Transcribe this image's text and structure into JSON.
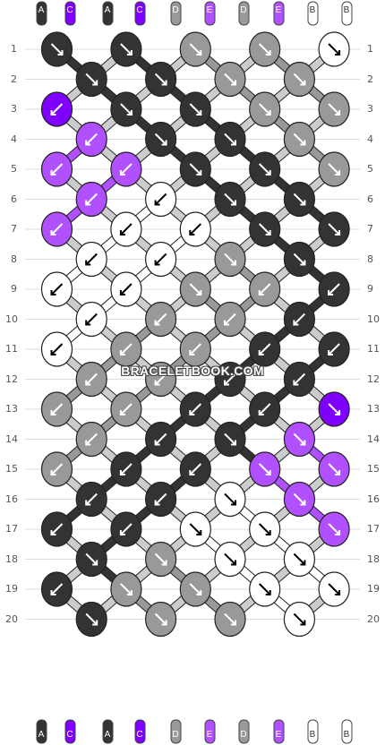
{
  "site": {
    "watermark": "BRACELETBOOK.COM"
  },
  "colors": {
    "A": "#333333",
    "C": "#8000ff",
    "D": "#999999",
    "E": "#b050ff",
    "B": "#ffffff"
  },
  "strands_top": [
    "A",
    "C",
    "A",
    "C",
    "D",
    "E",
    "D",
    "E",
    "B",
    "B"
  ],
  "strands_bottom": [
    "A",
    "C",
    "A",
    "C",
    "D",
    "E",
    "D",
    "E",
    "B",
    "B"
  ],
  "row_numbers": [
    "1",
    "2",
    "3",
    "4",
    "5",
    "6",
    "7",
    "8",
    "9",
    "10",
    "11",
    "12",
    "13",
    "14",
    "15",
    "16",
    "17",
    "18",
    "19",
    "20"
  ],
  "knots": [
    [
      {
        "c": "A",
        "d": "right"
      },
      {
        "c": "A",
        "d": "right"
      },
      {
        "c": "D",
        "d": "right"
      },
      {
        "c": "D",
        "d": "right"
      },
      {
        "c": "B",
        "d": "right"
      }
    ],
    [
      {
        "c": "A",
        "d": "right"
      },
      {
        "c": "A",
        "d": "right"
      },
      {
        "c": "D",
        "d": "right"
      },
      {
        "c": "D",
        "d": "right"
      }
    ],
    [
      {
        "c": "C",
        "d": "left"
      },
      {
        "c": "A",
        "d": "right"
      },
      {
        "c": "A",
        "d": "right"
      },
      {
        "c": "D",
        "d": "right"
      },
      {
        "c": "D",
        "d": "right"
      }
    ],
    [
      {
        "c": "E",
        "d": "left"
      },
      {
        "c": "A",
        "d": "right"
      },
      {
        "c": "A",
        "d": "right"
      },
      {
        "c": "D",
        "d": "right"
      }
    ],
    [
      {
        "c": "E",
        "d": "left"
      },
      {
        "c": "E",
        "d": "left"
      },
      {
        "c": "A",
        "d": "right"
      },
      {
        "c": "A",
        "d": "right"
      },
      {
        "c": "D",
        "d": "right"
      }
    ],
    [
      {
        "c": "E",
        "d": "left"
      },
      {
        "c": "B",
        "d": "left"
      },
      {
        "c": "A",
        "d": "right"
      },
      {
        "c": "A",
        "d": "right"
      }
    ],
    [
      {
        "c": "E",
        "d": "left"
      },
      {
        "c": "B",
        "d": "left"
      },
      {
        "c": "B",
        "d": "left"
      },
      {
        "c": "A",
        "d": "right"
      },
      {
        "c": "A",
        "d": "right"
      }
    ],
    [
      {
        "c": "B",
        "d": "left"
      },
      {
        "c": "B",
        "d": "left"
      },
      {
        "c": "D",
        "d": "right"
      },
      {
        "c": "A",
        "d": "right"
      }
    ],
    [
      {
        "c": "B",
        "d": "left"
      },
      {
        "c": "B",
        "d": "left"
      },
      {
        "c": "D",
        "d": "right"
      },
      {
        "c": "D",
        "d": "left"
      },
      {
        "c": "A",
        "d": "left"
      }
    ],
    [
      {
        "c": "B",
        "d": "left"
      },
      {
        "c": "D",
        "d": "left"
      },
      {
        "c": "D",
        "d": "left"
      },
      {
        "c": "A",
        "d": "left"
      }
    ],
    [
      {
        "c": "B",
        "d": "left"
      },
      {
        "c": "D",
        "d": "left"
      },
      {
        "c": "D",
        "d": "left"
      },
      {
        "c": "A",
        "d": "left"
      },
      {
        "c": "A",
        "d": "left"
      }
    ],
    [
      {
        "c": "D",
        "d": "left"
      },
      {
        "c": "D",
        "d": "left"
      },
      {
        "c": "A",
        "d": "left"
      },
      {
        "c": "A",
        "d": "left"
      }
    ],
    [
      {
        "c": "D",
        "d": "left"
      },
      {
        "c": "D",
        "d": "left"
      },
      {
        "c": "A",
        "d": "left"
      },
      {
        "c": "A",
        "d": "left"
      },
      {
        "c": "C",
        "d": "right"
      }
    ],
    [
      {
        "c": "D",
        "d": "left"
      },
      {
        "c": "A",
        "d": "left"
      },
      {
        "c": "A",
        "d": "right"
      },
      {
        "c": "E",
        "d": "right"
      }
    ],
    [
      {
        "c": "D",
        "d": "left"
      },
      {
        "c": "A",
        "d": "left"
      },
      {
        "c": "A",
        "d": "left"
      },
      {
        "c": "E",
        "d": "right"
      },
      {
        "c": "E",
        "d": "right"
      }
    ],
    [
      {
        "c": "A",
        "d": "left"
      },
      {
        "c": "A",
        "d": "left"
      },
      {
        "c": "B",
        "d": "right"
      },
      {
        "c": "E",
        "d": "right"
      }
    ],
    [
      {
        "c": "A",
        "d": "left"
      },
      {
        "c": "A",
        "d": "left"
      },
      {
        "c": "B",
        "d": "right"
      },
      {
        "c": "B",
        "d": "right"
      },
      {
        "c": "E",
        "d": "right"
      }
    ],
    [
      {
        "c": "A",
        "d": "right"
      },
      {
        "c": "D",
        "d": "right"
      },
      {
        "c": "B",
        "d": "right"
      },
      {
        "c": "B",
        "d": "right"
      }
    ],
    [
      {
        "c": "A",
        "d": "left"
      },
      {
        "c": "D",
        "d": "right"
      },
      {
        "c": "D",
        "d": "right"
      },
      {
        "c": "B",
        "d": "right"
      },
      {
        "c": "B",
        "d": "right"
      }
    ],
    [
      {
        "c": "A",
        "d": "right"
      },
      {
        "c": "D",
        "d": "right"
      },
      {
        "c": "D",
        "d": "right"
      },
      {
        "c": "B",
        "d": "right"
      }
    ]
  ]
}
